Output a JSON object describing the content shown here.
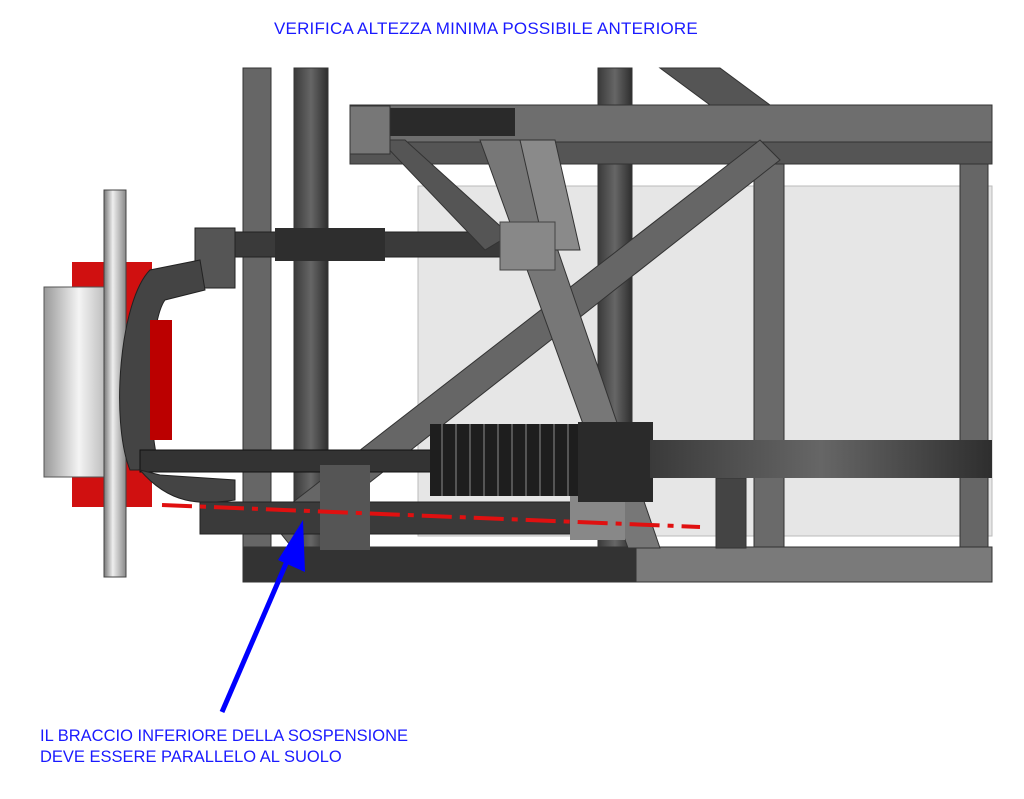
{
  "title": "VERIFICA ALTEZZA MINIMA POSSIBILE ANTERIORE",
  "note": {
    "line1": "IL BRACCIO INFERIORE DELLA SOSPENSIONE",
    "line2": "DEVE ESSERE PARALLELO AL SUOLO"
  },
  "colors": {
    "text": "#1a1aff",
    "arrow": "#0000ff",
    "reference_line": "#e01010",
    "frame": "#555555",
    "caliper": "#d01010"
  }
}
